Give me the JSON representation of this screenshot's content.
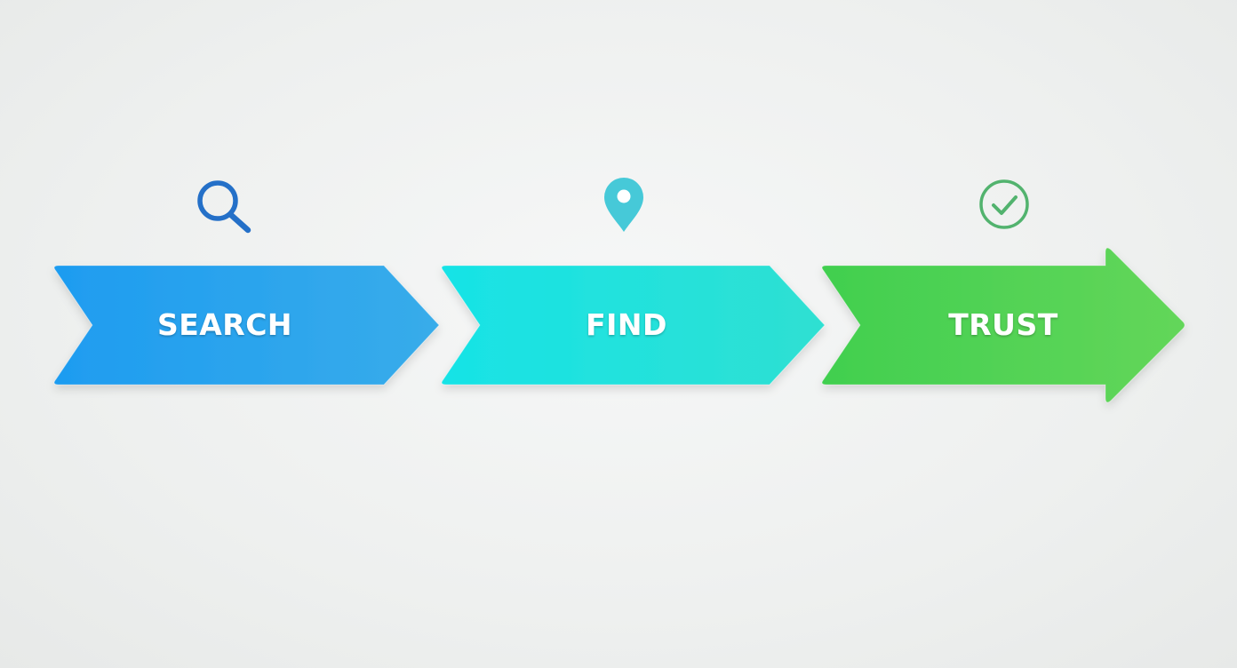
{
  "steps": [
    {
      "label": "SEARCH",
      "icon": "search-icon",
      "color_start": "#1e9cf0",
      "color_end": "#38acea",
      "icon_color": "#2470c8"
    },
    {
      "label": "FIND",
      "icon": "map-pin-icon",
      "color_start": "#17e3e6",
      "color_end": "#2fe0d2",
      "icon_color": "#46c9d8"
    },
    {
      "label": "TRUST",
      "icon": "check-circle-icon",
      "color_start": "#41cf4f",
      "color_end": "#63d65a",
      "icon_color": "#52b36e"
    }
  ]
}
